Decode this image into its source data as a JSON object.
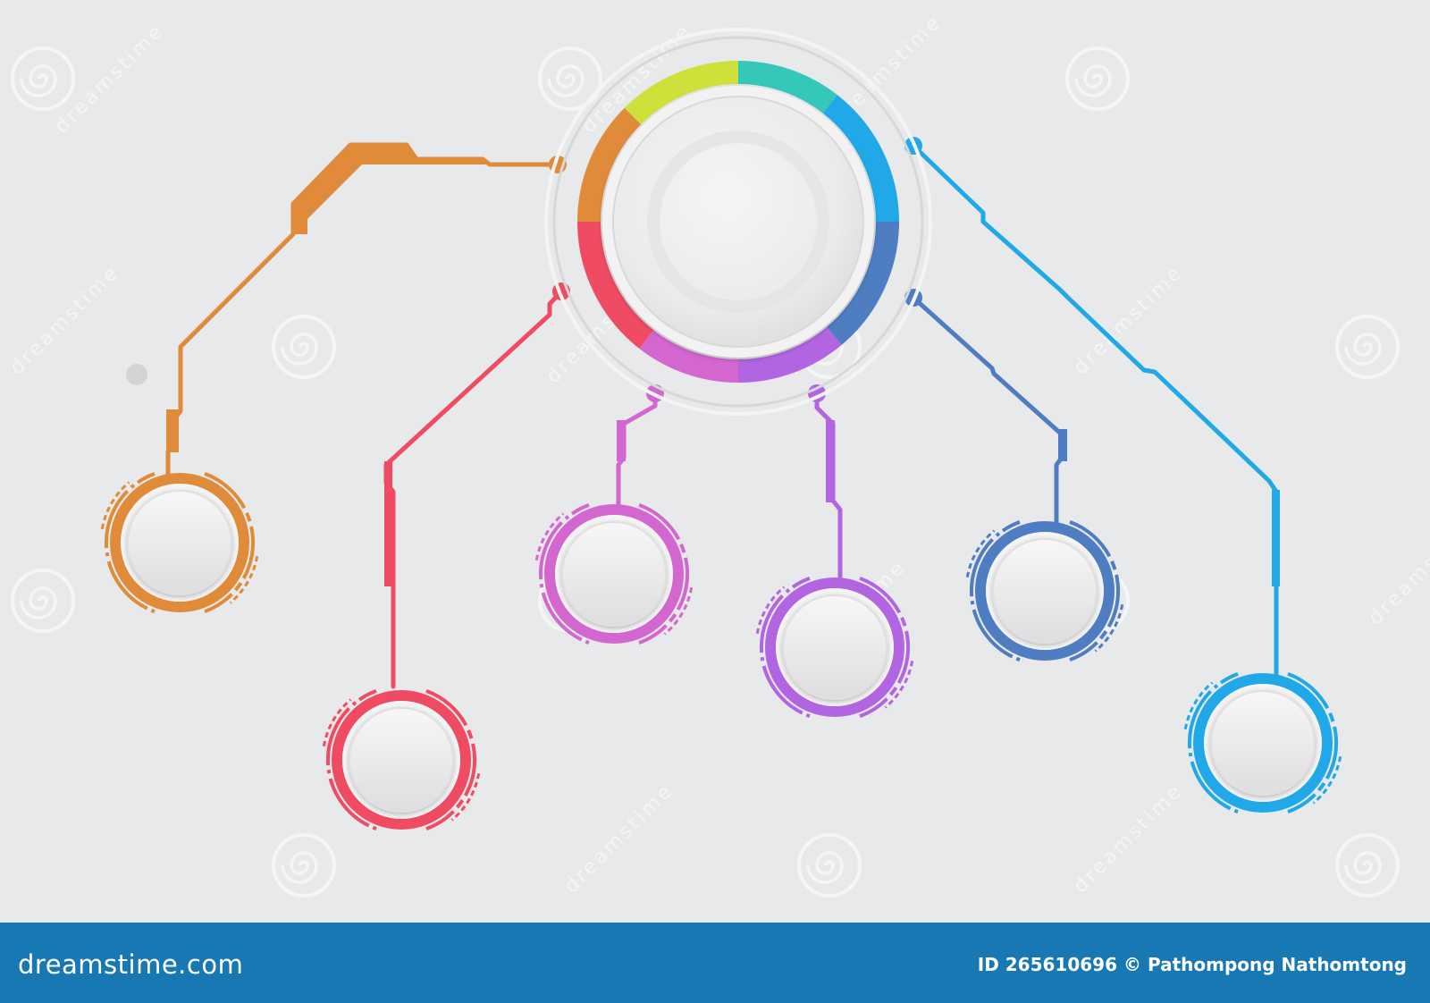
{
  "colors": {
    "background": "#e8e9eb",
    "node_fill": "#eeeeef",
    "footer": "#1778b3",
    "orange": "#e08b3a",
    "red": "#ef4b63",
    "magenta": "#d466d0",
    "violet": "#b265e0",
    "blue": "#4e7dc2",
    "cyan": "#20a8e8",
    "lime": "#cfe03a",
    "teal": "#35c7b7"
  },
  "hub": {
    "segments": [
      {
        "color": "lime"
      },
      {
        "color": "teal"
      },
      {
        "color": "cyan"
      },
      {
        "color": "blue"
      },
      {
        "color": "violet"
      },
      {
        "color": "magenta"
      },
      {
        "color": "red"
      },
      {
        "color": "orange"
      }
    ]
  },
  "nodes": [
    {
      "id": "orange-node",
      "color": "orange"
    },
    {
      "id": "red-node",
      "color": "red"
    },
    {
      "id": "magenta-node",
      "color": "magenta"
    },
    {
      "id": "violet-node",
      "color": "violet"
    },
    {
      "id": "blue-node",
      "color": "blue"
    },
    {
      "id": "cyan-node",
      "color": "cyan"
    }
  ],
  "watermark": {
    "icon": "dreamstime-spiral-icon",
    "text": "dreamstime"
  },
  "footer": {
    "logo_text": "dreamstime.com",
    "id_label": "ID",
    "id_value": "265610696",
    "copyright_symbol": "©",
    "author": "Pathompong Nathomtong"
  }
}
